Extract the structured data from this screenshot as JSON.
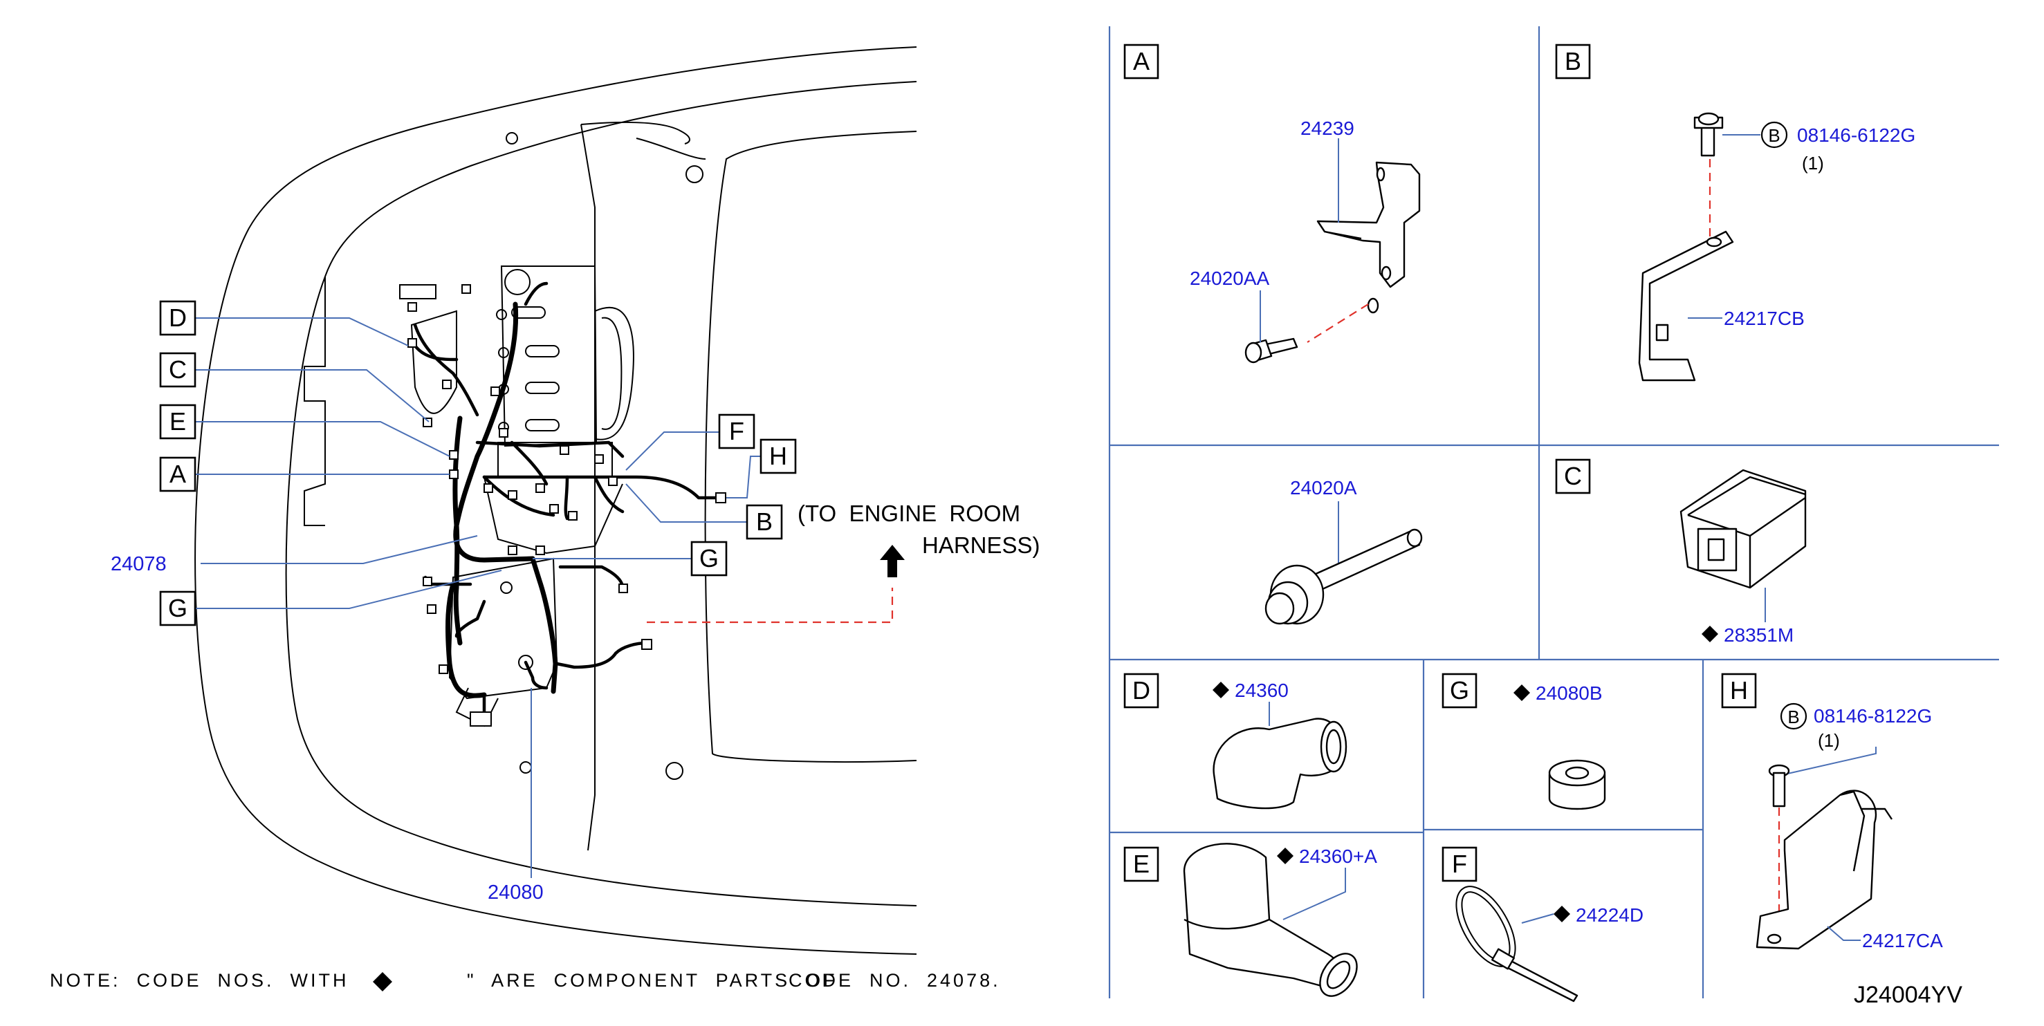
{
  "main_view": {
    "callouts": {
      "D": "D",
      "C": "C",
      "E": "E",
      "A": "A",
      "G_left": "G",
      "F": "F",
      "H": "H",
      "B": "B",
      "G_right": "G"
    },
    "part_24078": "24078",
    "part_24080": "24080",
    "engine_room_note_line1": "(TO  ENGINE  ROOM",
    "engine_room_note_line2": "HARNESS)"
  },
  "panels": {
    "A": {
      "letter": "A",
      "parts": [
        "24239",
        "24020AA"
      ]
    },
    "B": {
      "letter": "B",
      "bolt_badge": "B",
      "bolt_part": "08146-6122G",
      "bolt_qty": "(1)",
      "bracket_part": "24217CB"
    },
    "A2": {
      "part": "24020A"
    },
    "C": {
      "letter": "C",
      "part": "28351M"
    },
    "D": {
      "letter": "D",
      "part": "24360"
    },
    "G": {
      "letter": "G",
      "part": "24080B"
    },
    "H": {
      "letter": "H",
      "bolt_badge": "B",
      "bolt_part": "08146-8122G",
      "bolt_qty": "(1)",
      "clip_part": "24217CA"
    },
    "E": {
      "letter": "E",
      "part": "24360+A"
    },
    "F": {
      "letter": "F",
      "part": "24224D"
    }
  },
  "footer": {
    "note_part1": "NOTE:  CODE  NOS.  WITH",
    "note_part2": "\"  ARE  COMPONENT  PARTS  OF",
    "code_no": "CODE  NO.  24078.",
    "diagram_id": "J24004YV"
  },
  "icons": {
    "component_marker": "diamond-icon",
    "direction_arrow": "arrow-up-icon"
  },
  "colors": {
    "part_number": "#1a1ad6",
    "leader_line": "#4a6fb5",
    "dashed_guide": "#e0322b"
  }
}
